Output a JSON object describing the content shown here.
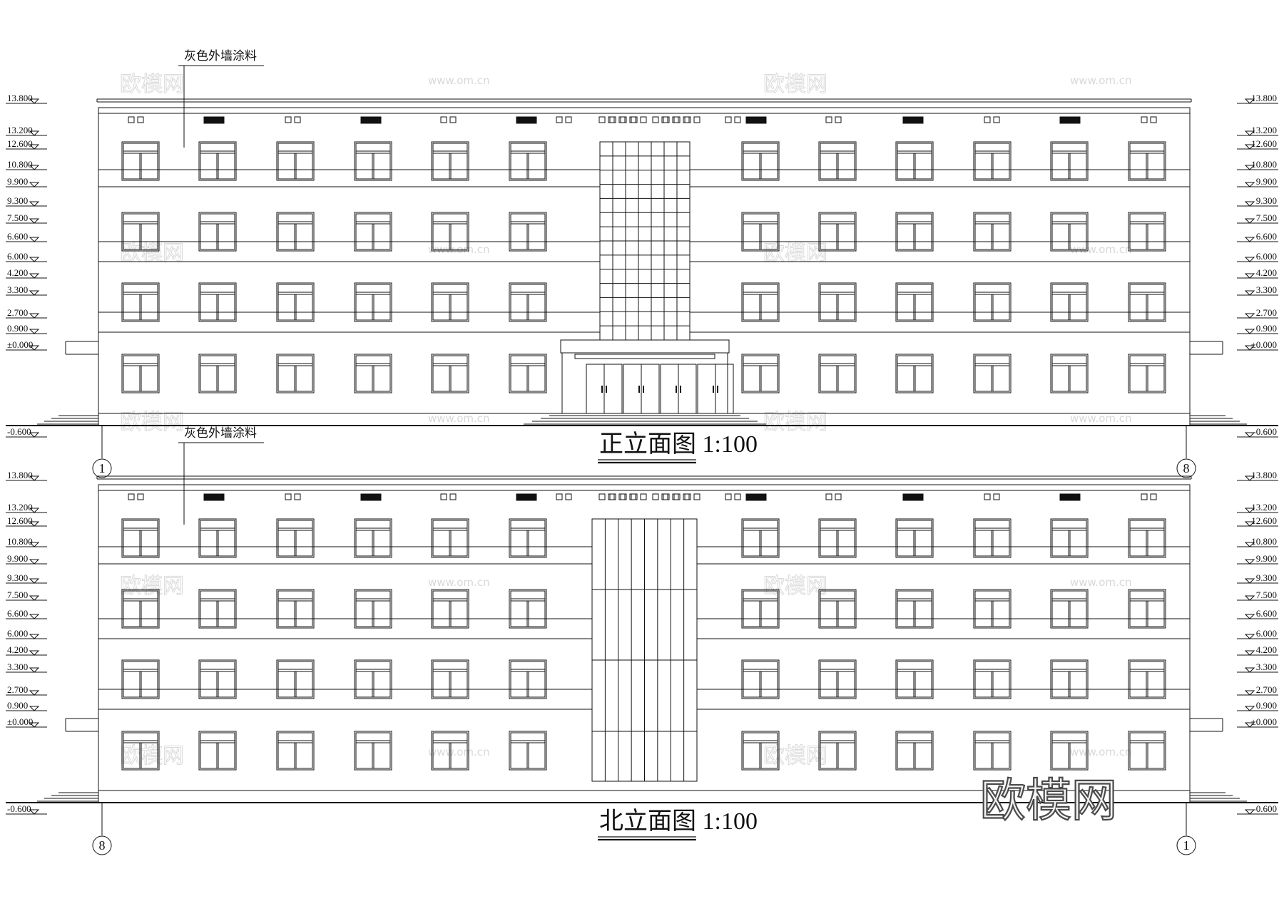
{
  "drawings": [
    {
      "title": "正立面图 1:100",
      "material_note": "灰色外墙涂料",
      "axis_left": "1",
      "axis_right": "8",
      "center_type": "curtain-wall-grid-with-entrance",
      "levels_left": [
        "13.800",
        "13.200",
        "12.600",
        "10.800",
        "9.900",
        "9.300",
        "7.500",
        "6.600",
        "6.000",
        "4.200",
        "3.300",
        "2.700",
        "0.900",
        "±0.000",
        "-0.600"
      ],
      "levels_right": [
        "13.800",
        "13.200",
        "12.600",
        "10.800",
        "9.900",
        "9.300",
        "7.500",
        "6.600",
        "6.000",
        "4.200",
        "3.300",
        "2.700",
        "0.900",
        "±0.000",
        "-0.600"
      ]
    },
    {
      "title": "北立面图 1:100",
      "material_note": "灰色外墙涂料",
      "axis_left": "8",
      "axis_right": "1",
      "center_type": "vertical-fins-stair-window",
      "levels_left": [
        "13.800",
        "13.200",
        "12.600",
        "10.800",
        "9.900",
        "9.300",
        "7.500",
        "6.600",
        "6.000",
        "4.200",
        "3.300",
        "2.700",
        "0.900",
        "±0.000",
        "-0.600"
      ],
      "levels_right": [
        "13.800",
        "13.200",
        "12.600",
        "10.800",
        "9.900",
        "9.300",
        "7.500",
        "6.600",
        "6.000",
        "4.200",
        "3.300",
        "2.700",
        "0.900",
        "±0.000",
        "-0.600"
      ]
    }
  ],
  "watermarks": {
    "site": "www.om.cn",
    "brand": "欧模网"
  }
}
